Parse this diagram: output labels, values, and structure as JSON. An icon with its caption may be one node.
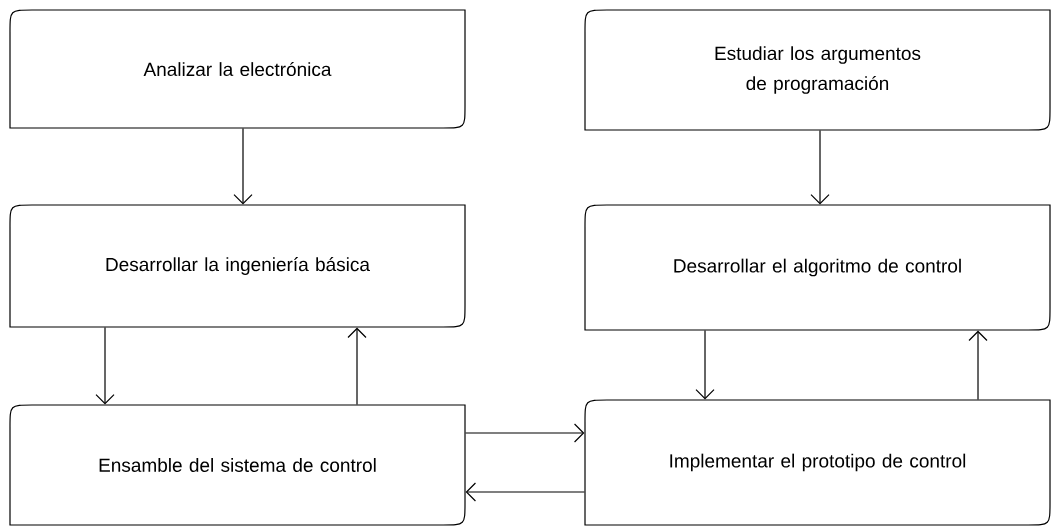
{
  "diagram": {
    "nodes": [
      {
        "text": [
          "Analizar la electrónica"
        ]
      },
      {
        "text": [
          "Estudiar los argumentos de programación"
        ]
      },
      {
        "text": [
          "Desarrollar la ingeniería básica"
        ]
      },
      {
        "text": [
          "Desarrollar el algoritmo de control"
        ]
      },
      {
        "text": [
          "Ensamble del sistema de control"
        ]
      },
      {
        "text": [
          "Implementar el prototipo de control"
        ]
      }
    ],
    "edges": [
      {
        "from": 0,
        "to": 2,
        "arrow": "to"
      },
      {
        "from": 1,
        "to": 3,
        "arrow": "to"
      },
      {
        "from": 2,
        "to": 4,
        "arrow": "to"
      },
      {
        "from": 4,
        "to": 2,
        "arrow": "to"
      },
      {
        "from": 3,
        "to": 5,
        "arrow": "to"
      },
      {
        "from": 5,
        "to": 3,
        "arrow": "to"
      },
      {
        "from": 4,
        "to": 5,
        "arrow": "to"
      },
      {
        "from": 5,
        "to": 4,
        "arrow": "to"
      }
    ]
  }
}
